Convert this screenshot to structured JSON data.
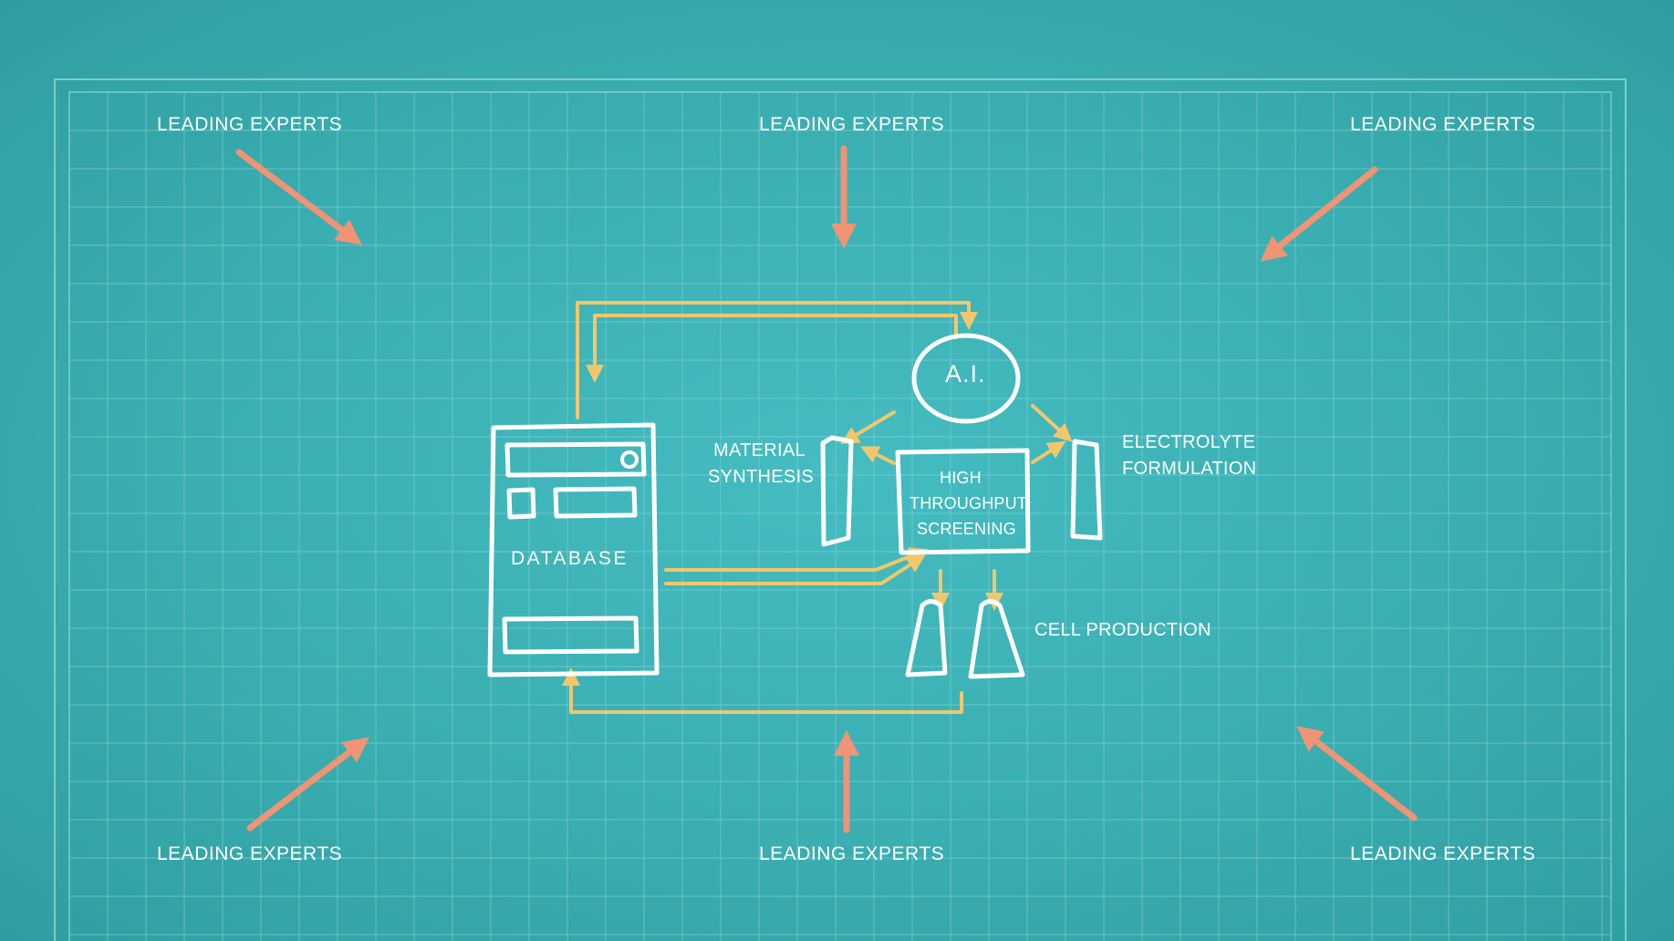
{
  "experts": {
    "top_left": "LEADING EXPERTS",
    "top_center": "LEADING EXPERTS",
    "top_right": "LEADING EXPERTS",
    "bottom_left": "LEADING EXPERTS",
    "bottom_center": "LEADING EXPERTS",
    "bottom_right": "LEADING EXPERTS"
  },
  "nodes": {
    "database": "DATABASE",
    "ai": "A.I.",
    "screening": [
      "HIGH",
      "THROUGHPUT",
      "SCREENING"
    ],
    "material_synthesis": [
      "MATERIAL",
      "SYNTHESIS"
    ],
    "electrolyte_formulation": [
      "ELECTROLYTE",
      "FORMULATION"
    ],
    "cell_production": "CELL PRODUCTION"
  },
  "colors": {
    "background": "#3aaeb1",
    "grid": "#7fd0d3",
    "sketch": "#ffffff",
    "flow": "#f2c76b",
    "expert_arrow": "#ef9474"
  },
  "icons": {
    "database": "server-cabinet-icon",
    "robot": "robot-icon"
  }
}
